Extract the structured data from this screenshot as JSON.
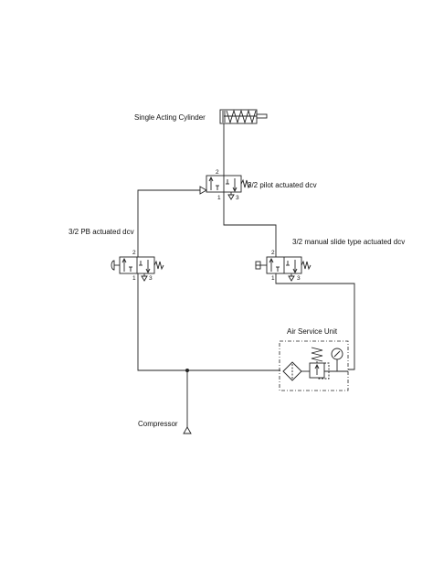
{
  "labels": {
    "cylinder": "Single Acting Cylinder",
    "pilot_valve": "3/2 pilot actuated dcv",
    "pb_valve": "3/2 PB actuated dcv",
    "manual_valve": "3/2 manual slide type actuated dcv",
    "air_service_unit": "Air Service Unit",
    "compressor": "Compressor"
  },
  "ports": {
    "pilot": [
      "2",
      "1",
      "3"
    ],
    "pb": [
      "2",
      "1",
      "3"
    ],
    "manual": [
      "2",
      "1",
      "3"
    ]
  }
}
